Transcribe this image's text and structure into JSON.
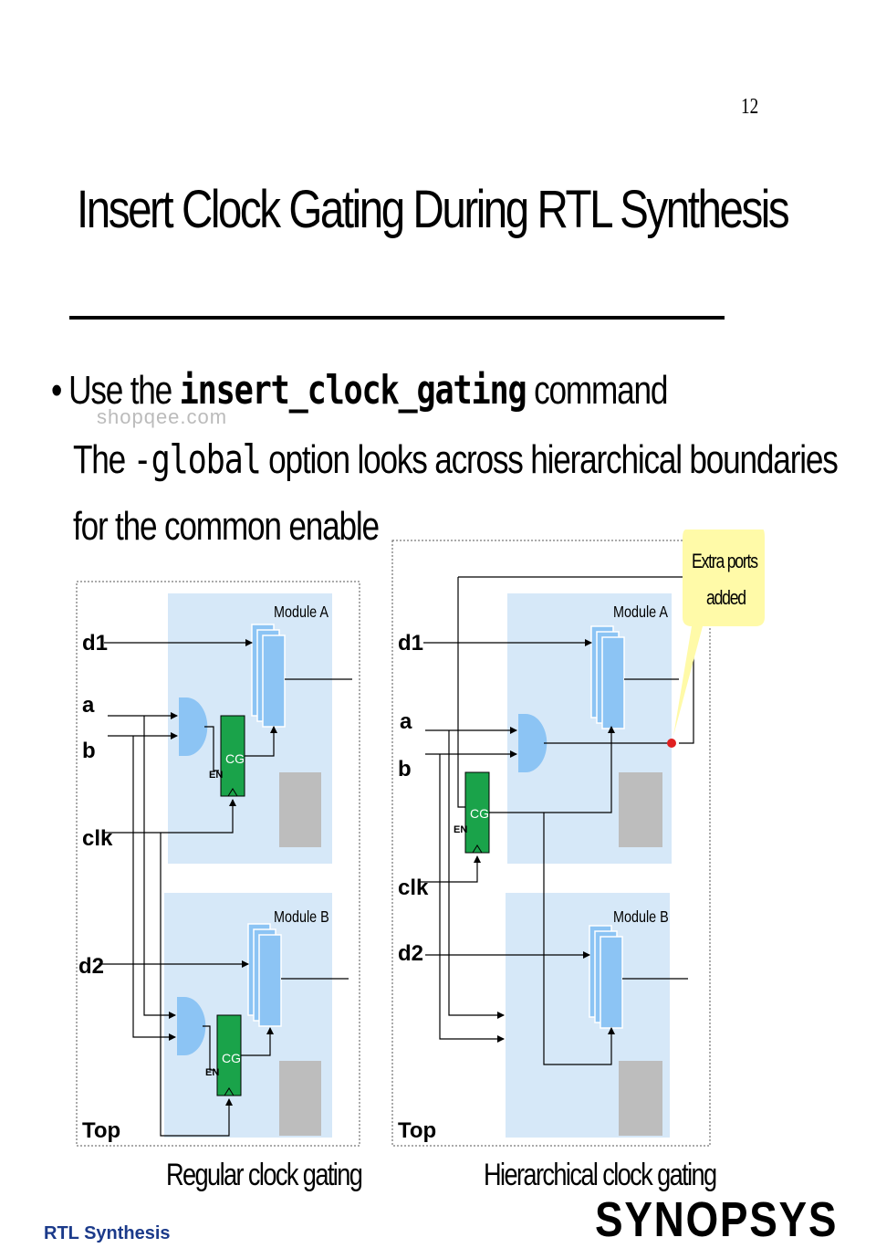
{
  "page_number": "12",
  "title": "Insert Clock Gating During RTL Synthesis",
  "bullet": {
    "symbol": "•",
    "prefix": "Use the ",
    "command": "insert_clock_gating",
    "suffix": " command"
  },
  "sub": {
    "prefix": "The ",
    "option": "-global",
    "suffix": " option looks across hierarchical boundaries",
    "line2": "for the common enable"
  },
  "watermark_url": "shopqee.com",
  "callout": {
    "line1": "Extra ports",
    "line2": "added"
  },
  "left_diagram": {
    "module_a": "Module A",
    "module_b": "Module B",
    "signals": [
      "d1",
      "a",
      "b",
      "clk",
      "d2"
    ],
    "top_label": "Top",
    "cg_label": "CG",
    "en_label": "EN",
    "caption": "Regular clock gating"
  },
  "right_diagram": {
    "module_a": "Module A",
    "module_b": "Module B",
    "signals": [
      "d1",
      "a",
      "b",
      "clk",
      "d2"
    ],
    "top_label": "Top",
    "cg_label": "CG",
    "en_label": "EN",
    "caption": "Hierarchical clock gating"
  },
  "footer": {
    "left_text": "RTL Synthesis",
    "logo": "SYNOPSYS"
  },
  "colors": {
    "module_fill": "#d6e8f8",
    "register_fill": "#8cc4f4",
    "cg_fill": "#1aa34a",
    "gray_block": "#bdbdbd",
    "callout_fill": "#fffaa8",
    "port_dot": "#e02020"
  }
}
